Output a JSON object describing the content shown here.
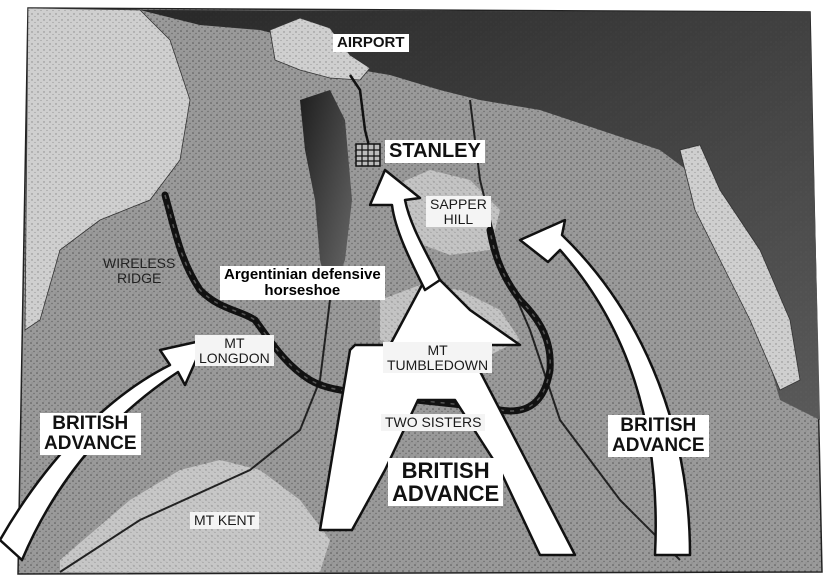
{
  "labels": {
    "airport": "AIRPORT",
    "stanley": "STANLEY",
    "sapper_hill": "SAPPER\nHILL",
    "wireless_ridge": "WIRELESS\nRIDGE",
    "defensive_line": "Argentinian defensive\nhorseshoe",
    "mt_longdon": "MT\nLONGDON",
    "mt_tumbledown": "MT\nTUMBLEDOWN",
    "two_sisters": "TWO SISTERS",
    "mt_kent": "MT KENT",
    "british_advance_left": "BRITISH\nADVANCE",
    "british_advance_center": "BRITISH\nADVANCE",
    "british_advance_right": "BRITISH\nADVANCE"
  },
  "icons": {
    "advance_arrow": "advance-arrow-icon",
    "town_grid": "town-grid-icon",
    "defense_line": "defense-line"
  },
  "colors": {
    "land": "#8a8a8a",
    "land_light": "#bcbcbc",
    "sea": "#2e2e2e",
    "arrow_fill": "#ffffff",
    "arrow_stroke": "#111111",
    "defense_line": "#111111"
  }
}
